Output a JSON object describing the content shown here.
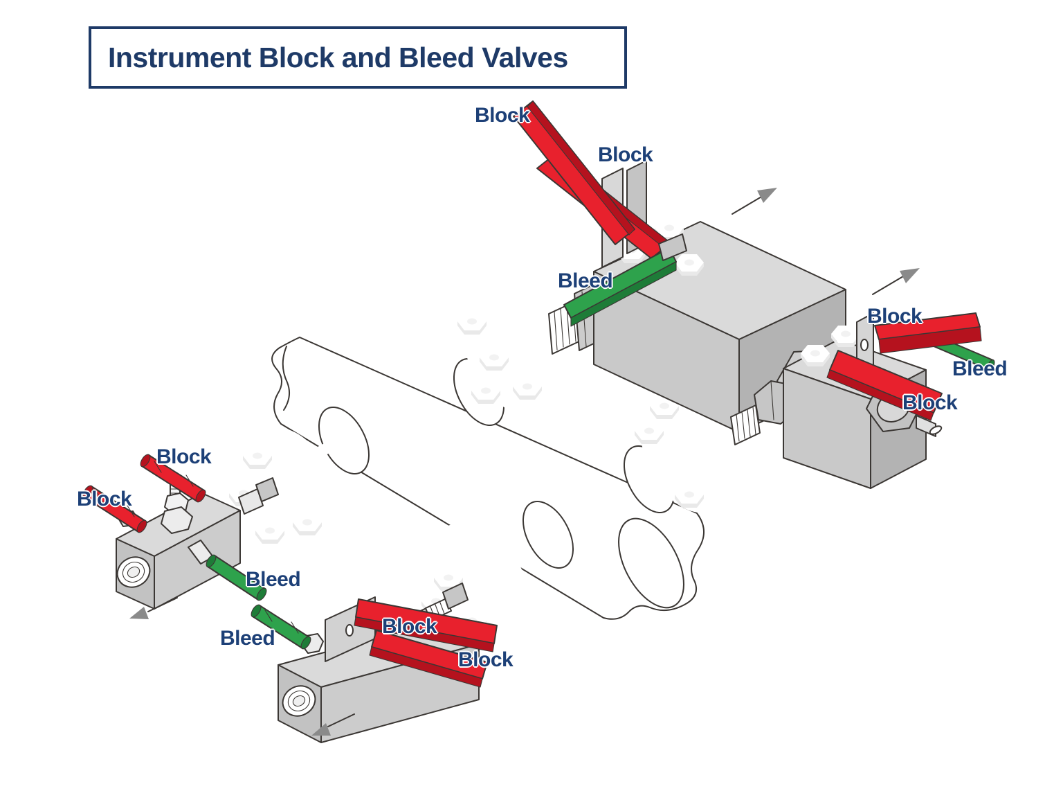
{
  "title": "Instrument Block and Bleed Valves",
  "colors": {
    "block_handle": "#e8212d",
    "block_handle_dark": "#b5121e",
    "bleed_handle": "#2ea24c",
    "bleed_handle_dark": "#1e7c38",
    "label_text": "#1d4077",
    "title_text": "#1e3a67",
    "valve_body": "#c9c9c9",
    "valve_body_light": "#dadada",
    "valve_body_dark": "#b3b3b3",
    "outline": "#3b3734",
    "arrow": "#8a8a8a",
    "background": "#ffffff"
  },
  "labels": [
    {
      "id": "top-block-upper",
      "text": "Block"
    },
    {
      "id": "top-block-lower",
      "text": "Block"
    },
    {
      "id": "top-bleed",
      "text": "Bleed"
    },
    {
      "id": "right-block-upper",
      "text": "Block"
    },
    {
      "id": "right-bleed",
      "text": "Bleed"
    },
    {
      "id": "right-block-lower",
      "text": "Block"
    },
    {
      "id": "left-block-upper",
      "text": "Block"
    },
    {
      "id": "left-block-lower",
      "text": "Block"
    },
    {
      "id": "left-bleed",
      "text": "Bleed"
    },
    {
      "id": "bottom-bleed",
      "text": "Bleed"
    },
    {
      "id": "bottom-block-upper",
      "text": "Block"
    },
    {
      "id": "bottom-block-lower",
      "text": "Block"
    }
  ],
  "arrows": [
    {
      "id": "top-flow-arrow",
      "direction": "up-right"
    },
    {
      "id": "right-flow-arrow",
      "direction": "up-right"
    },
    {
      "id": "left-flow-arrow",
      "direction": "down-left"
    },
    {
      "id": "bottom-flow-arrow",
      "direction": "down-left"
    }
  ],
  "valve_assemblies": [
    {
      "position": "top",
      "block_handles": 2,
      "bleed_handles": 1
    },
    {
      "position": "right",
      "block_handles": 2,
      "bleed_handles": 1
    },
    {
      "position": "left",
      "block_handles": 2,
      "bleed_handles": 1
    },
    {
      "position": "bottom",
      "block_handles": 2,
      "bleed_handles": 1
    }
  ]
}
